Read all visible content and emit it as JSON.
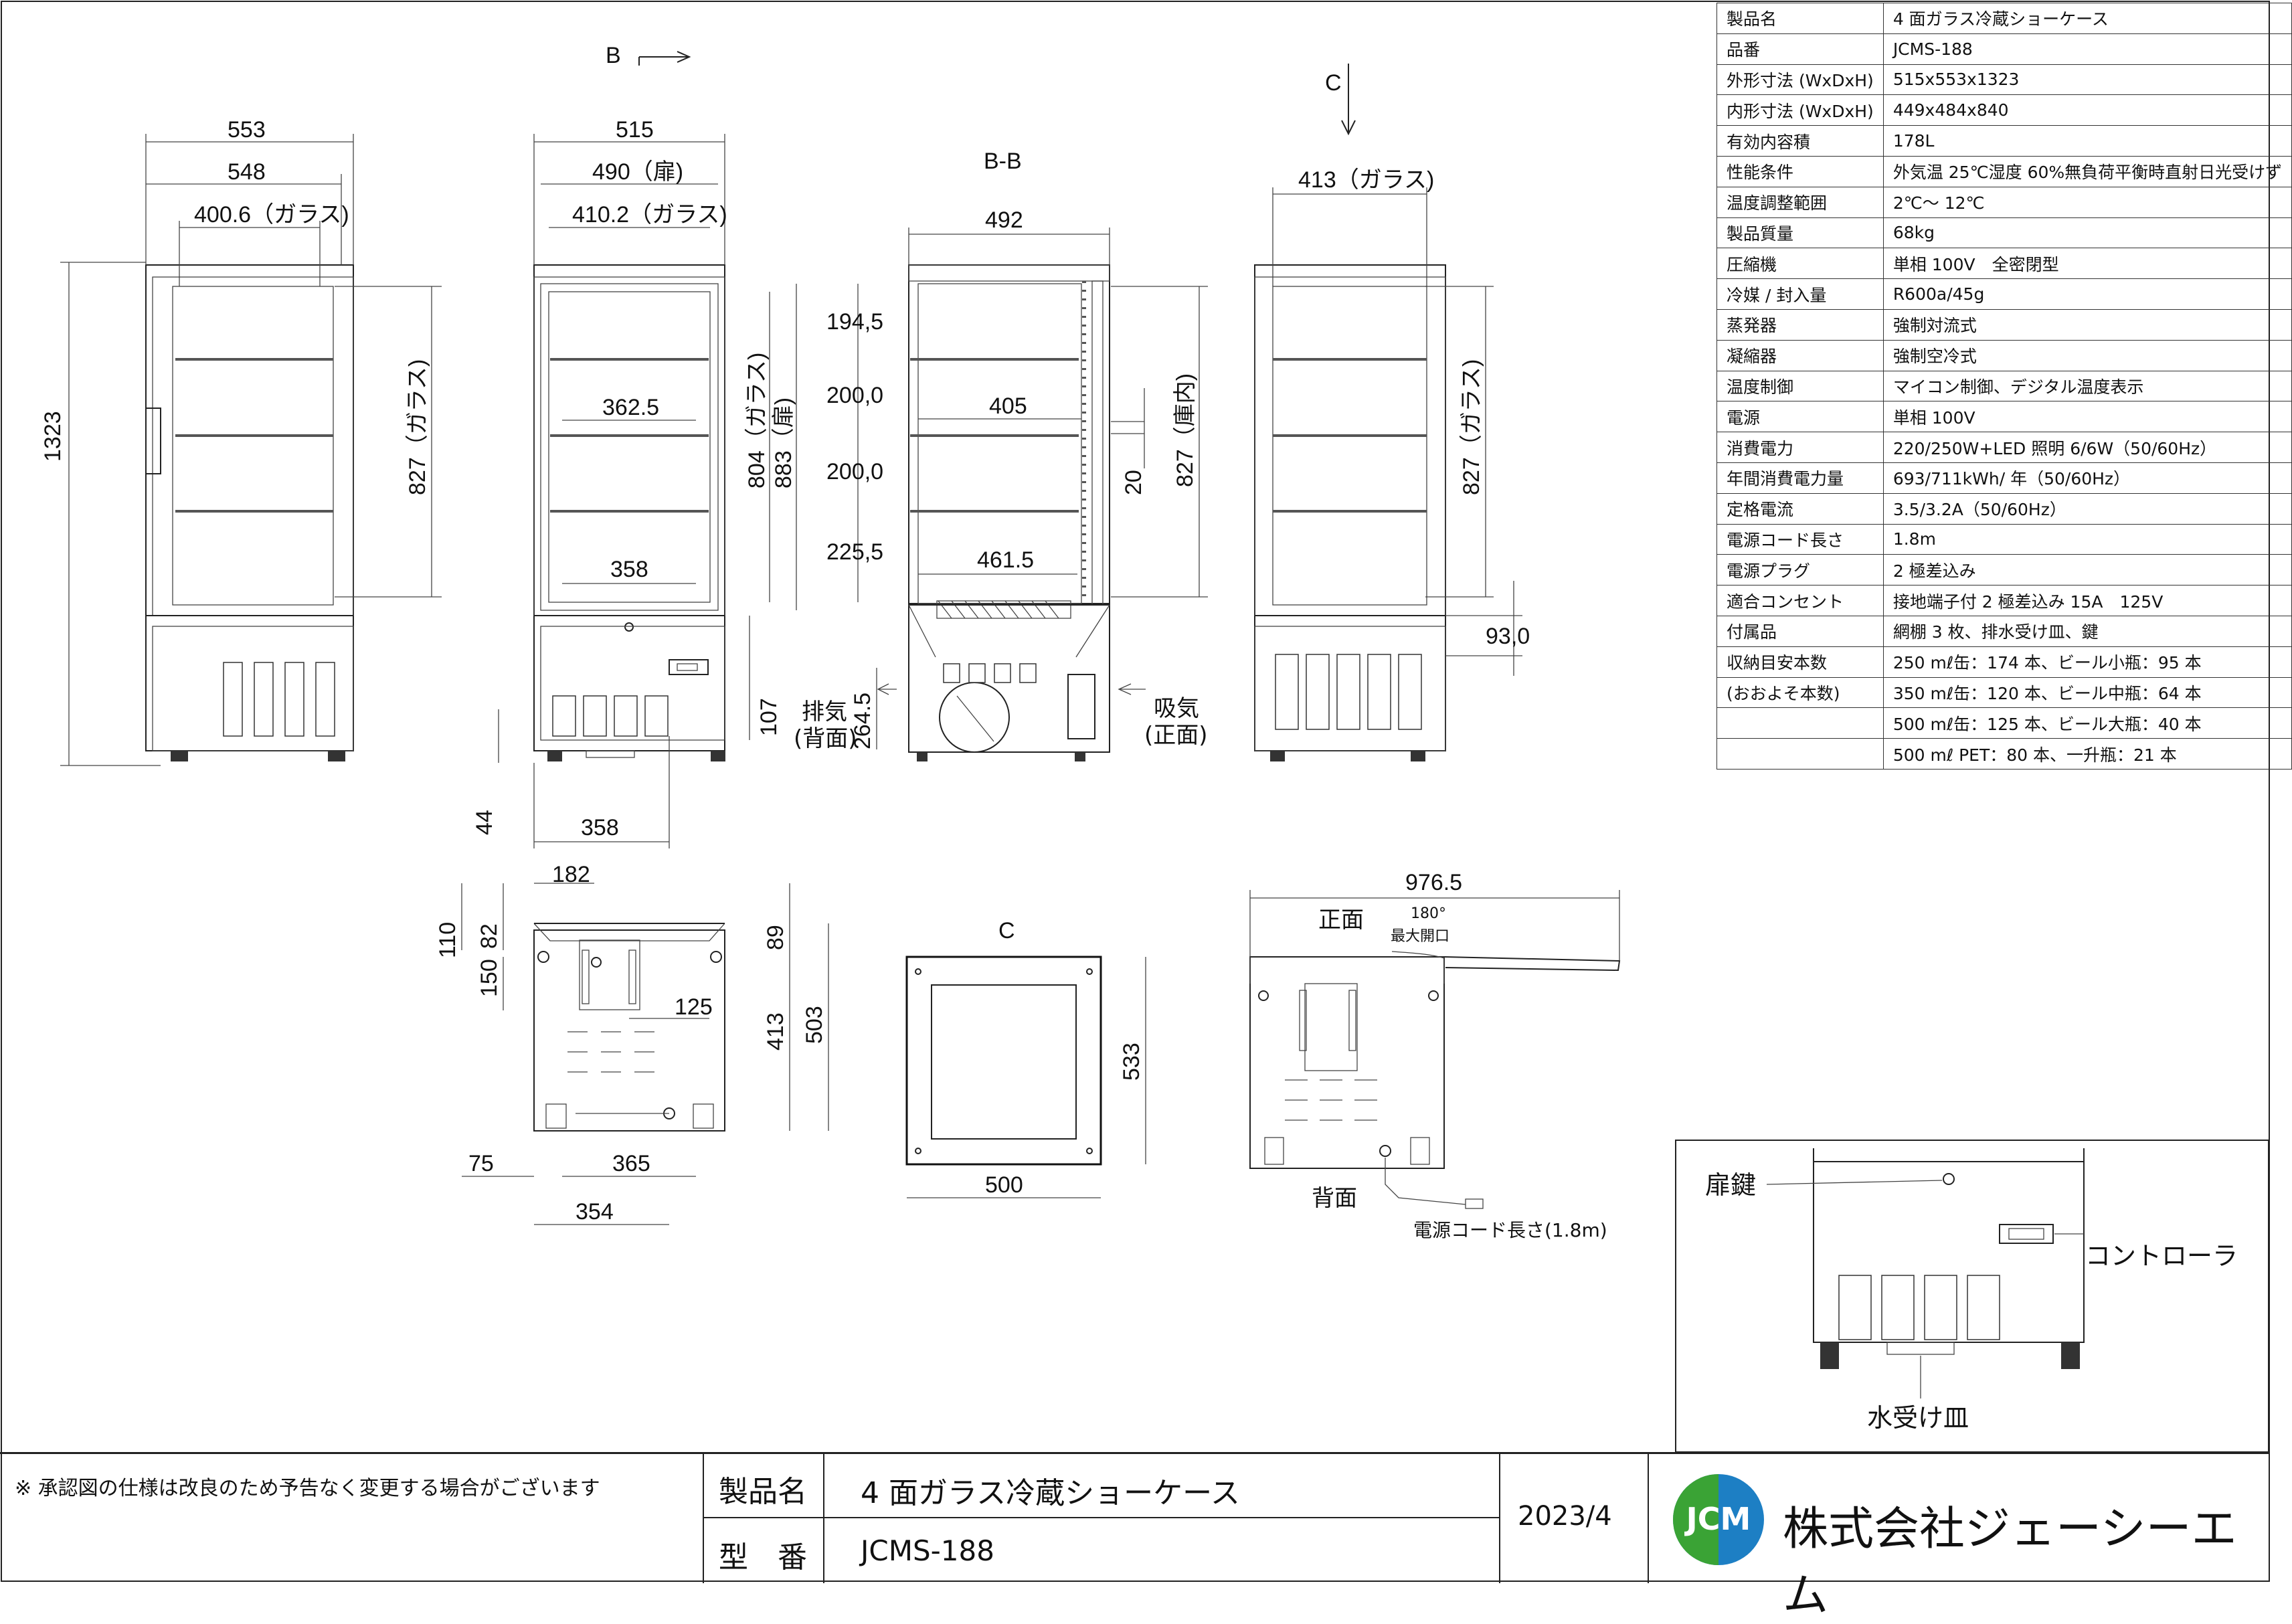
{
  "drawing": {
    "section_labels": {
      "b_arrow": "B",
      "section_bb": "B-B",
      "c_arrow": "C",
      "c_view": "C"
    },
    "front_side": {
      "width": "553",
      "inner": "548",
      "glass": "400.6（ガラス)",
      "height": "1323",
      "glass_h": "827（ガラス)"
    },
    "front_view": {
      "width": "515",
      "door": "490（扉)",
      "glass": "410.2（ガラス)",
      "shelf_top": "362.5",
      "shelf_bottom": "358",
      "glass_h": "804（ガラス)",
      "door_h": "883（扉)",
      "base_h": "107",
      "leg_h": "44",
      "base_w": "358"
    },
    "section_view": {
      "width": "492",
      "pitch1": "194,5",
      "pitch2": "200,0",
      "pitch3": "200,0",
      "pitch4": "225,5",
      "shelf_w": "405",
      "bottom_w": "461.5",
      "gap": "20",
      "inner_h": "827（庫内)",
      "grille_h": "264.5",
      "exhaust": "排気\n(背面)",
      "intake": "吸気\n(正面)"
    },
    "right_view": {
      "glass_w": "413（ガラス)",
      "glass_h": "827（ガラス)",
      "base_h": "93,0"
    },
    "bottom_view": {
      "d182": "182",
      "d110": "110",
      "d82": "82",
      "d150": "150",
      "d125": "125",
      "d89": "89",
      "d413": "413",
      "d503": "503",
      "d75": "75",
      "d365": "365",
      "d354": "354"
    },
    "top_view": {
      "depth": "533",
      "width": "500"
    },
    "plan_view": {
      "swing": "976.5",
      "front": "正面",
      "back": "背面",
      "angle": "180°",
      "angle_note": "最大開口",
      "cord": "電源コード長さ(1.8m)"
    },
    "detail_view": {
      "door_key": "扉鍵",
      "controller": "コントローラ",
      "drip_tray": "水受け皿"
    }
  },
  "spec_table": [
    {
      "key": "製品名",
      "value": "4 面ガラス冷蔵ショーケース"
    },
    {
      "key": "品番",
      "value": "JCMS-188"
    },
    {
      "key": "外形寸法 (WxDxH)",
      "value": "515x553x1323"
    },
    {
      "key": "内形寸法 (WxDxH)",
      "value": "449x484x840"
    },
    {
      "key": "有効内容積",
      "value": "178L"
    },
    {
      "key": "性能条件",
      "value": "外気温 25℃湿度 60%無負荷平衡時直射日光受けず"
    },
    {
      "key": "温度調整範囲",
      "value": "2℃～ 12℃"
    },
    {
      "key": "製品質量",
      "value": "68kg"
    },
    {
      "key": "圧縮機",
      "value": "単相 100V　全密閉型"
    },
    {
      "key": "冷媒 / 封入量",
      "value": "R600a/45g"
    },
    {
      "key": "蒸発器",
      "value": "強制対流式"
    },
    {
      "key": "凝縮器",
      "value": "強制空冷式"
    },
    {
      "key": "温度制御",
      "value": "マイコン制御、デジタル温度表示"
    },
    {
      "key": "電源",
      "value": "単相 100V"
    },
    {
      "key": "消費電力",
      "value": "220/250W+LED 照明 6/6W（50/60Hz）"
    },
    {
      "key": "年間消費電力量",
      "value": "693/711kWh/ 年（50/60Hz）"
    },
    {
      "key": "定格電流",
      "value": "3.5/3.2A（50/60Hz）"
    },
    {
      "key": "電源コード長さ",
      "value": "1.8m"
    },
    {
      "key": "電源プラグ",
      "value": "2 極差込み"
    },
    {
      "key": "適合コンセント",
      "value": "接地端子付 2 極差込み 15A　125V"
    },
    {
      "key": "付属品",
      "value": "網棚 3 枚、排水受け皿、鍵"
    },
    {
      "key": "収納目安本数",
      "value": "250 mℓ缶：174 本、ビール小瓶：95 本"
    },
    {
      "key": "(おおよそ本数)",
      "value": "350 mℓ缶：120 本、ビール中瓶：64 本"
    },
    {
      "key": "",
      "value": "500 mℓ缶：125 本、ビール大瓶：40 本"
    },
    {
      "key": "",
      "value": "500 mℓ PET：80 本、一升瓶：21 本"
    }
  ],
  "footer": {
    "note": "※ 承認図の仕様は改良のため予告なく変更する場合がございます",
    "name_label": "製品名",
    "name_value": "4 面ガラス冷蔵ショーケース",
    "model_label": "型　番",
    "model_value": "JCMS-188",
    "date": "2023/4",
    "logo_text": "JCM",
    "company": "株式会社ジェーシーエム",
    "colors": {
      "logo_blue": "#1d7fc4",
      "logo_green": "#3aa335"
    }
  }
}
